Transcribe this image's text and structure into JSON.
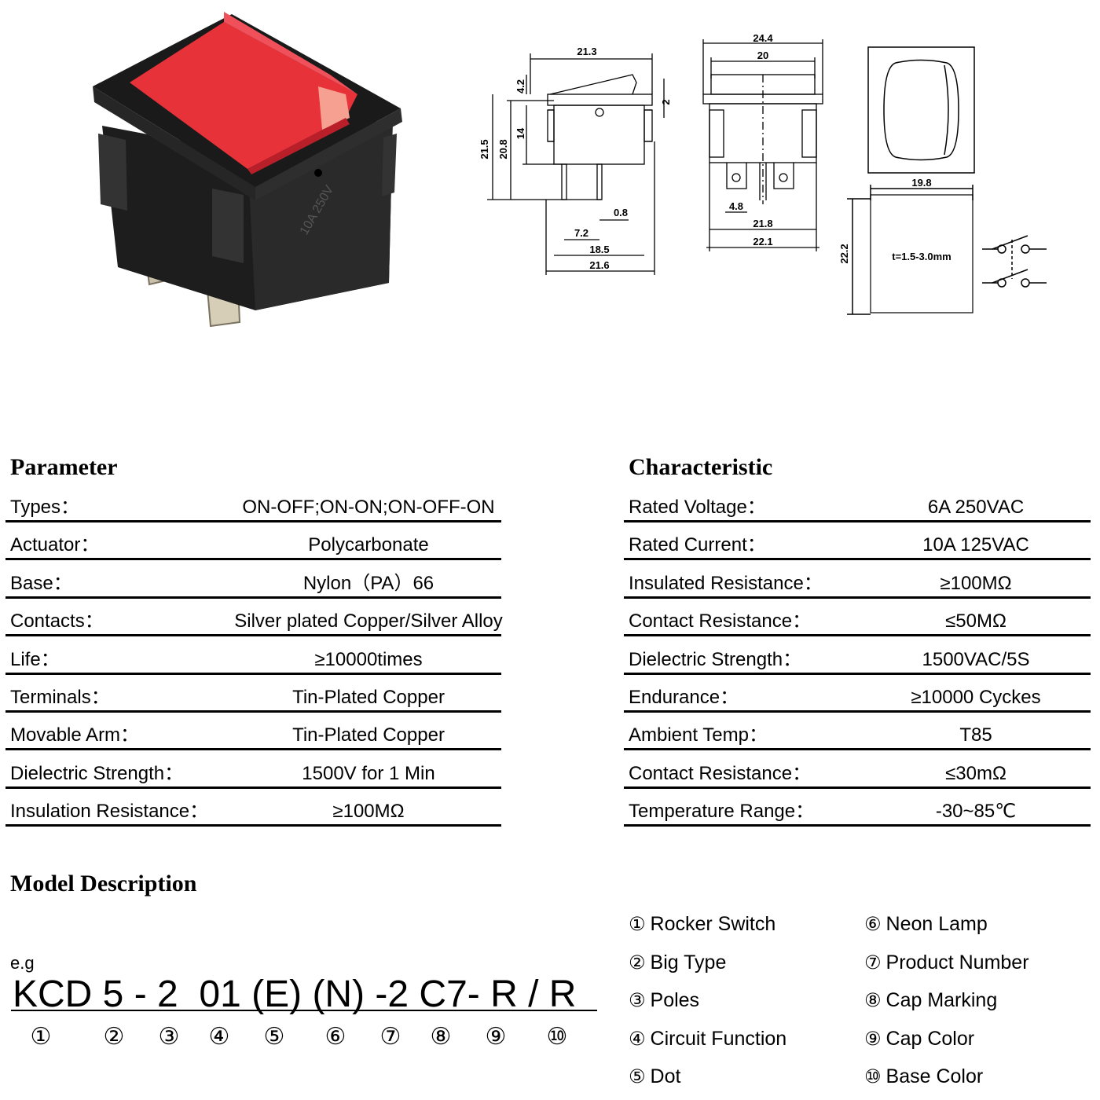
{
  "product_image": {
    "marking": "10A 250V"
  },
  "drawings": {
    "side": {
      "dims": [
        "21.3",
        "4.2",
        "2",
        "21.5",
        "20.8",
        "14",
        "0.8",
        "7.2",
        "18.5",
        "21.6"
      ]
    },
    "front": {
      "dims": [
        "24.4",
        "20",
        "4.8",
        "21.8",
        "22.1"
      ]
    },
    "top": {
      "dims": [
        "19.8",
        "22.2"
      ],
      "note": "t=1.5-3.0mm"
    }
  },
  "parameter": {
    "title": "Parameter",
    "rows": [
      {
        "label": "Types：",
        "value": "ON-OFF;ON-ON;ON-OFF-ON"
      },
      {
        "label": "Actuator：",
        "value": "Polycarbonate"
      },
      {
        "label": "Base：",
        "value": "Nylon（PA）66"
      },
      {
        "label": "Contacts：",
        "value": "Silver plated Copper/Silver Alloy"
      },
      {
        "label": "Life：",
        "value": "≥10000times"
      },
      {
        "label": "Terminals：",
        "value": "Tin-Plated Copper"
      },
      {
        "label": "Movable Arm：",
        "value": "Tin-Plated Copper"
      },
      {
        "label": "Dielectric Strength：",
        "value": "1500V for 1 Min"
      },
      {
        "label": "Insulation Resistance：",
        "value": "≥100MΩ"
      }
    ]
  },
  "characteristic": {
    "title": "Characteristic",
    "rows": [
      {
        "label": "Rated Voltage：",
        "value": "6A 250VAC"
      },
      {
        "label": "Rated Current：",
        "value": "10A 125VAC"
      },
      {
        "label": "Insulated Resistance：",
        "value": "≥100MΩ"
      },
      {
        "label": "Contact Resistance：",
        "value": "≤50MΩ"
      },
      {
        "label": "Dielectric Strength：",
        "value": "1500VAC/5S"
      },
      {
        "label": "Endurance：",
        "value": "≥10000 Cyckes"
      },
      {
        "label": "Ambient Temp：",
        "value": "T85"
      },
      {
        "label": "Contact Resistance：",
        "value": "≤30mΩ"
      },
      {
        "label": "Temperature Range：",
        "value": "-30~85℃"
      }
    ]
  },
  "model": {
    "title": "Model Description",
    "eg": "e.g",
    "code": "KCD 5 - 2  01 (E) (N) -2 C7- R / R",
    "numbers": [
      "①",
      "②",
      "③",
      "④",
      "⑤",
      "⑥",
      "⑦",
      "⑧",
      "⑨",
      "⑩"
    ],
    "legend": [
      {
        "num": "①",
        "text": "Rocker Switch"
      },
      {
        "num": "②",
        "text": "Big Type"
      },
      {
        "num": "③",
        "text": "Poles"
      },
      {
        "num": "④",
        "text": "Circuit Function"
      },
      {
        "num": "⑤",
        "text": "Dot"
      },
      {
        "num": "⑥",
        "text": "Neon Lamp"
      },
      {
        "num": "⑦",
        "text": "Product Number"
      },
      {
        "num": "⑧",
        "text": "Cap Marking"
      },
      {
        "num": "⑨",
        "text": "Cap Color"
      },
      {
        "num": "⑩",
        "text": "Base Color"
      }
    ]
  }
}
